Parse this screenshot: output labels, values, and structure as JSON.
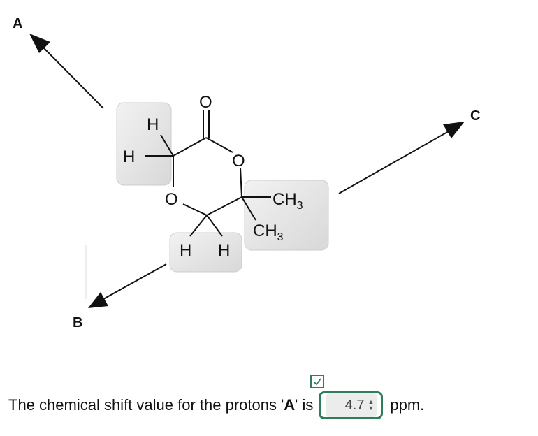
{
  "pointers": {
    "a": "A",
    "b": "B",
    "c": "C"
  },
  "atoms": {
    "h_a_top": "H",
    "h_a_left": "H",
    "o_carbonyl": "O",
    "o_ring_right": "O",
    "o_ring_left": "O",
    "ch3_top": "CH",
    "ch3_top_sub": "3",
    "ch3_bottom": "CH",
    "ch3_bottom_sub": "3",
    "h_b_left": "H",
    "h_b_right": "H"
  },
  "question": {
    "prefix": "The chemical shift value for the protons '",
    "label": "A",
    "suffix": "' is",
    "answer": "4.7",
    "unit": "ppm."
  },
  "colors": {
    "correct_green": "#2e7d5b",
    "highlight_gray": "#e3e3e3"
  },
  "icons": {
    "check": "check-icon",
    "stepper": "stepper-icon"
  }
}
